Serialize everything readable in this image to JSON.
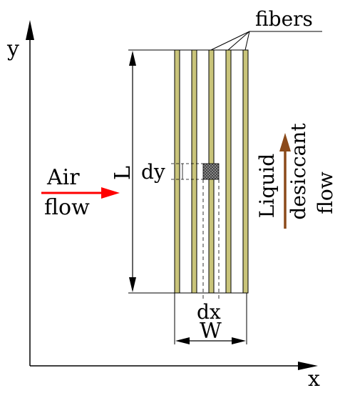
{
  "axes": {
    "x_label": "x",
    "y_label": "y"
  },
  "labels": {
    "fibers": "fibers",
    "length": "L",
    "width": "W",
    "dy": "dy",
    "dx": "dx",
    "air_flow_line1": "Air",
    "air_flow_line2": "flow",
    "liquid_flow_line1": "Liquid",
    "liquid_flow_line2": "desiccant",
    "liquid_flow_line3": "flow"
  },
  "colors": {
    "fiber_fill": "#c9c47a",
    "fiber_outline": "#000000",
    "air_arrow": "#ff0000",
    "desiccant_arrow": "#8b4a1a",
    "element_hatch": "#555555",
    "line": "#000000"
  },
  "fiber_count": 5
}
